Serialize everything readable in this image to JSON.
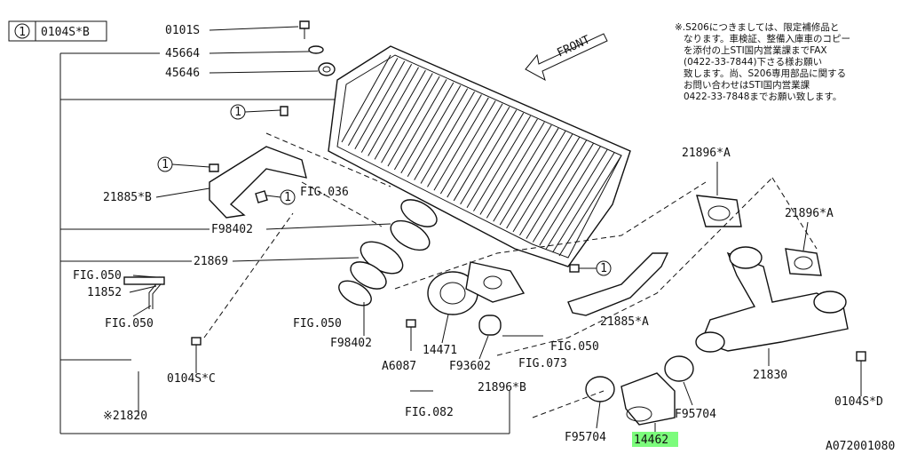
{
  "box_label": {
    "num": "1",
    "text": "0104S*B"
  },
  "note_lines": [
    "※.S206につきましては、限定補修品と",
    "なります。車検証、整備入庫車のコピー",
    "を添付の上STI国内営業課までFAX",
    "(0422-33-7844)下さる様お願い",
    "致します。尚、S206専用部品に関する",
    "お問い合わせはSTI国内営業課",
    "0422-33-7848までお願い致します。"
  ],
  "front_label": "FRONT",
  "circled_num": "1",
  "labels": {
    "p0101s": "0101S",
    "p45664": "45664",
    "p45646": "45646",
    "p21885b": "21885*B",
    "fig036": "FIG.036",
    "f98402a": "F98402",
    "p21869": "21869",
    "fig050a": "FIG.050",
    "p11852": "11852",
    "fig050b": "FIG.050",
    "fig050c": "FIG.050",
    "f98402b": "F98402",
    "p14471": "14471",
    "a6087": "A6087",
    "f93602": "F93602",
    "fig073": "FIG.073",
    "fig050d": "FIG.050",
    "p0104sc": "0104S*C",
    "p21820": "※21820",
    "fig082": "FIG.082",
    "p21896b": "21896*B",
    "p21885a": "21885*A",
    "p21896a1": "21896*A",
    "p21896a2": "21896*A",
    "p21830": "21830",
    "f95704a": "F95704",
    "f95704b": "F95704",
    "p14462": "14462",
    "p0104sd": "0104S*D",
    "diagram_id": "A072001080"
  },
  "colors": {
    "highlight": "#7CFC7C",
    "line": "#111111"
  }
}
